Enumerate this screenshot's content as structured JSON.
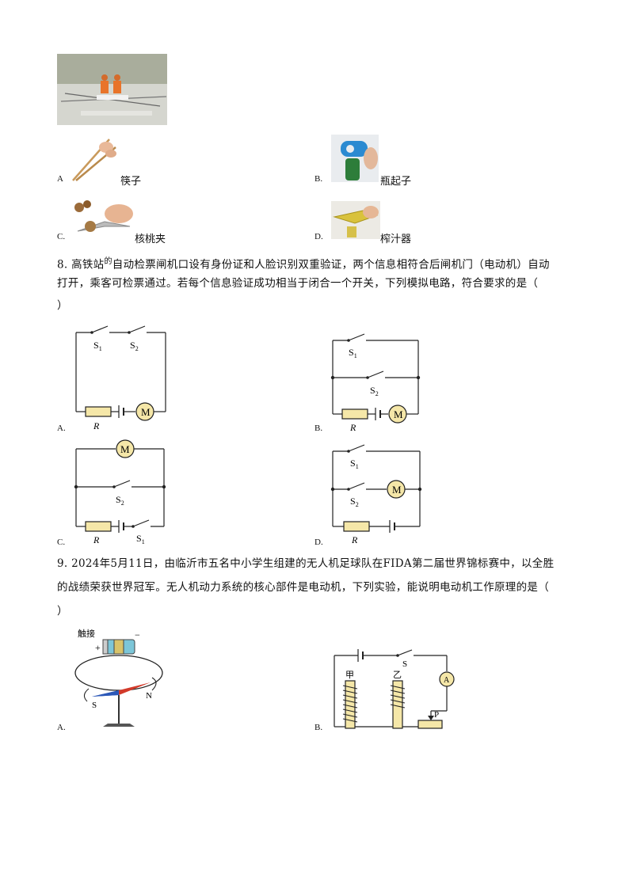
{
  "q7_options": {
    "A": {
      "letter": "A",
      "caption": "筷子"
    },
    "B": {
      "letter": "B.",
      "caption": "瓶起子"
    },
    "C": {
      "letter": "C.",
      "caption": "核桃夹"
    },
    "D": {
      "letter": "D.",
      "caption": "榨汁器"
    }
  },
  "q8": {
    "number": "8.",
    "line1_a": "高铁站",
    "line1_sup": "的",
    "line1_b": "自动检票闸机口设有身份证和人脸识别双重验证，两个信息相符合后闸机门（电动机）自动",
    "line2": "打开，乘客可检票通过。若每个信息验证成功相当于闭合一个开关，下列模拟电路，符合要求的是（",
    "line3": "）",
    "options": {
      "A": "A.",
      "B": "B.",
      "C": "C.",
      "D": "D."
    },
    "labels": {
      "s1": "S",
      "s2": "S",
      "sub1": "1",
      "sub2": "2",
      "r": "R",
      "m": "M"
    }
  },
  "q9": {
    "number": "9.",
    "line1": "2024年5月11日，由临沂市五名中小学生组建的无人机足球队在FIDA第二届世界锦标赛中，以全胜",
    "line2": "的战绩荣获世界冠军。无人机动力系统的核心部件是电动机，下列实验，能说明电动机工作原理的是（",
    "line3": "）",
    "options": {
      "A": "A.",
      "B": "B."
    },
    "figA": {
      "touch": "触接",
      "plus": "+",
      "minus": "−",
      "s": "S",
      "n": "N"
    },
    "figB": {
      "jia": "甲",
      "yi": "乙",
      "s": "S",
      "a": "A",
      "p": "P"
    }
  }
}
